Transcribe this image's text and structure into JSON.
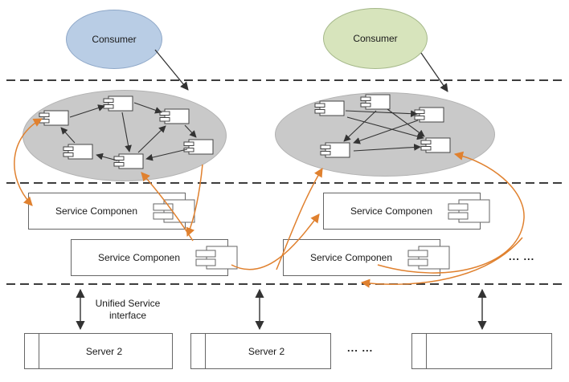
{
  "consumers": [
    {
      "label": "Consumer"
    },
    {
      "label": "Consumer"
    }
  ],
  "service_components": [
    {
      "label": "Service Componen"
    },
    {
      "label": "Service Componen"
    },
    {
      "label": "Service Componen"
    },
    {
      "label": "Service Componen"
    }
  ],
  "servers": [
    {
      "label": "Server 2"
    },
    {
      "label": "Server 2"
    },
    {
      "label": ""
    }
  ],
  "labels": {
    "unified_interface_line1": "Unified Service",
    "unified_interface_line2": "interface",
    "ellipsis_components": "... ...",
    "ellipsis_servers": "... ..."
  },
  "colors": {
    "consumer_left_fill": "#b9cde5",
    "consumer_right_fill": "#d7e4bc",
    "cluster_fill": "#c9c9c9",
    "flow_arrow_orange": "#e0812f",
    "link_arrow_black": "#333333"
  }
}
